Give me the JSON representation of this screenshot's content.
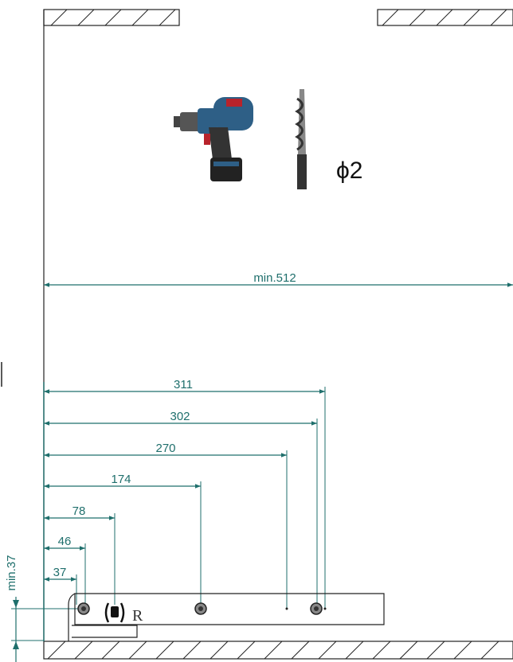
{
  "colors": {
    "dimension": "#1f6f6c",
    "outline": "#222222",
    "drill_body": "#2e5f86",
    "drill_red": "#b8232b",
    "drill_dark": "#222222",
    "screw": "#777777"
  },
  "icons": [
    "cordless-drill-icon",
    "drill-bit-icon",
    "screw-icon",
    "certification-mark-icon"
  ],
  "labels": {
    "bit_diameter": "ϕ2",
    "overall_width": "min.512",
    "side_clearance": "min.37",
    "registered_mark": "R"
  },
  "dimensions": [
    {
      "id": "311",
      "value": 311,
      "label": "311"
    },
    {
      "id": "302",
      "value": 302,
      "label": "302"
    },
    {
      "id": "270",
      "value": 270,
      "label": "270"
    },
    {
      "id": "174",
      "value": 174,
      "label": "174"
    },
    {
      "id": "78",
      "value": 78,
      "label": "78"
    },
    {
      "id": "46",
      "value": 46,
      "label": "46"
    },
    {
      "id": "37",
      "value": 37,
      "label": "37"
    }
  ]
}
